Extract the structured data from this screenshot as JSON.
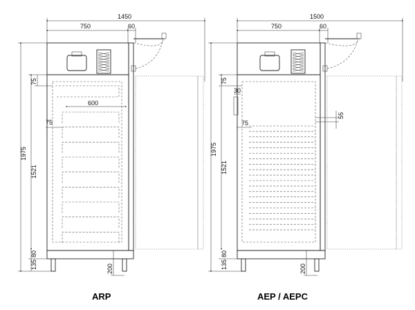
{
  "left": {
    "caption": "ARP",
    "dims": {
      "total_width": "1450",
      "body_width": "750",
      "side_offset": "60",
      "total_height": "1975",
      "inner_height": "1521",
      "top_offset": "75",
      "tray_width": "600",
      "tray_inset": "75",
      "bottom_gap": "80",
      "foot_height": "135",
      "door_foot": "200"
    },
    "trays": 9
  },
  "right": {
    "caption": "AEP / AEPC",
    "dims": {
      "total_width": "1500",
      "body_width": "750",
      "side_offset": "60",
      "total_height": "1975",
      "inner_height": "1521",
      "top_offset": "75",
      "side_gap": "30",
      "pitch": "55",
      "tray_inset": "75",
      "bottom_gap": "80",
      "foot_height": "135",
      "door_foot": "200"
    },
    "trays": 20
  }
}
